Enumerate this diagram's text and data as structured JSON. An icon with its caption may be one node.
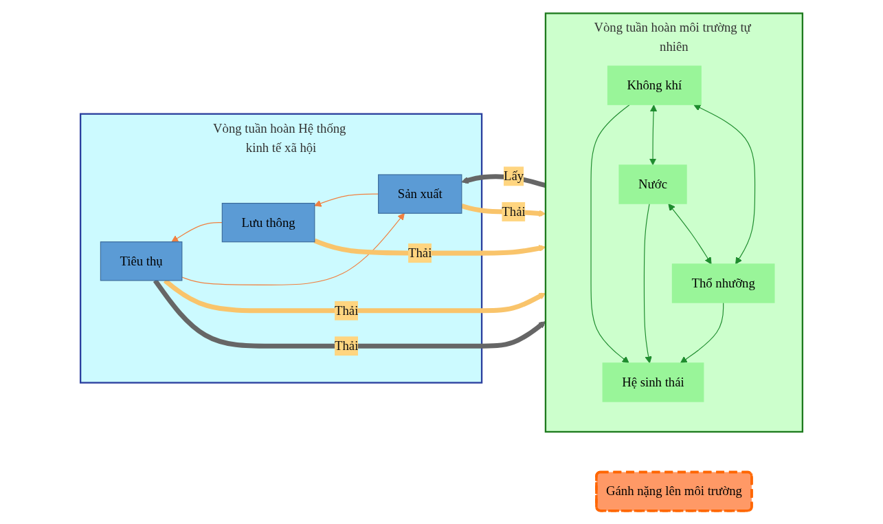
{
  "diagram": {
    "nodes": [
      {
        "text": [
          "Vòng tuần hoàn Hệ thống kinh tế xã hội"
        ]
      },
      {
        "text": [
          "Sản xuất"
        ],
        "in": 0
      },
      {
        "text": [
          "Lưu thông"
        ],
        "in": 0
      },
      {
        "text": [
          "Tiêu thụ"
        ],
        "in": 0
      },
      {
        "text": [
          "Gánh nặng lên môi trường"
        ]
      },
      {
        "text": [
          "Vòng tuần hoàn môi trường tự nhiên"
        ]
      },
      {
        "text": [
          "Không khí"
        ],
        "in": 5
      },
      {
        "text": [
          "Hệ sinh thái"
        ],
        "in": 5
      },
      {
        "text": [
          "Nước"
        ],
        "in": 5
      },
      {
        "text": [
          "Thổ nhưỡng"
        ],
        "in": 5
      }
    ],
    "edges": [
      {
        "from": 5,
        "to": 1,
        "arrow": "to",
        "label": "Lấy",
        "style": "thick",
        "color": "#666666"
      },
      {
        "from": 1,
        "to": 2,
        "arrow": "to",
        "color": "#f08040"
      },
      {
        "from": 2,
        "to": 3,
        "arrow": "to",
        "color": "#f08040"
      },
      {
        "from": 3,
        "to": 1,
        "arrow": "to",
        "color": "#f08040"
      },
      {
        "from": 1,
        "to": 5,
        "arrow": "to",
        "label": "Thải",
        "style": "thick",
        "color": "#f9c46b"
      },
      {
        "from": 2,
        "to": 5,
        "arrow": "to",
        "label": "Thải",
        "style": "thick",
        "color": "#f9c46b"
      },
      {
        "from": 3,
        "to": 5,
        "arrow": "to",
        "label": "Thải",
        "style": "thick",
        "color": "#f9c46b"
      },
      {
        "from": 3,
        "to": 5,
        "arrow": "to",
        "label": "Thải",
        "style": "thick",
        "color": "#666666"
      },
      {
        "from": 6,
        "to": 7,
        "arrow": "to"
      },
      {
        "from": 6,
        "to": 8,
        "arrow": "both"
      },
      {
        "from": 6,
        "to": 9,
        "arrow": "both"
      },
      {
        "from": 8,
        "to": 7,
        "arrow": "to"
      },
      {
        "from": 9,
        "to": 7,
        "arrow": "to"
      },
      {
        "from": 8,
        "to": 9,
        "arrow": "both"
      }
    ]
  }
}
